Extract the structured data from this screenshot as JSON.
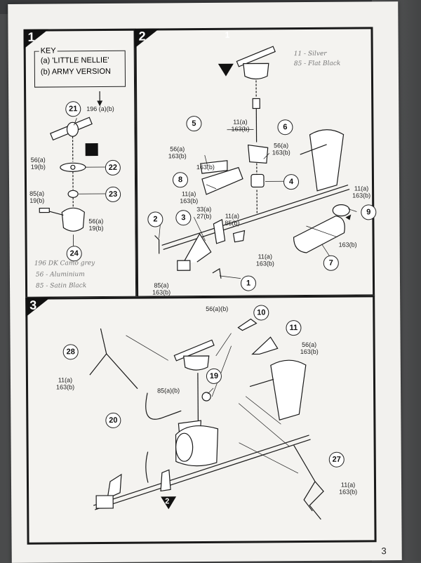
{
  "page": {
    "number": "3"
  },
  "step1": {
    "number": "1",
    "key": {
      "title": "KEY",
      "a": "(a) 'LITTLE NELLIE'",
      "b": "(b) ARMY VERSION"
    },
    "labels": {
      "p196": "196 (a)(b)",
      "p56a": "56(a)\n19(b)",
      "p85": "85(a)\n19(b)",
      "p56b": "56(a)\n19(b)"
    },
    "callouts": [
      "21",
      "22",
      "23",
      "24"
    ],
    "handwritten": [
      "196 DK Camo grey",
      "56 - Aluminium",
      "85 - Satin Black"
    ]
  },
  "step2": {
    "number": "2",
    "ref_step": "1",
    "labels": {
      "l11_6": "11(a)\n163(b)",
      "l56_5": "56(a)\n163(b)",
      "l56_6": "56(a)\n163(b)",
      "l163_8": "163(b)",
      "l11_8": "11(a)\n163(b)",
      "l33": "33(a)\n27(b)",
      "l11_85": "11(a)\n85(b)",
      "l11_9": "11(a)\n163(b)",
      "l163_7": "163(b)",
      "l11_bot": "11(a)\n163(b)",
      "l85_bot": "85(a)\n163(b)"
    },
    "callouts": [
      "1",
      "2",
      "3",
      "4",
      "5",
      "6",
      "7",
      "8",
      "9"
    ],
    "handwritten": [
      "11 - Silver",
      "85 - Flat Black"
    ]
  },
  "step3": {
    "number": "3",
    "ref_step": "2",
    "labels": {
      "l56ab": "56(a)(b)",
      "l56_11": "56(a)\n163(b)",
      "l11_28": "11(a)\n163(b)",
      "l85ab": "85(a)(b)",
      "l11_27": "11(a)\n163(b)"
    },
    "callouts": [
      "10",
      "11",
      "19",
      "20",
      "27",
      "28"
    ]
  },
  "colors": {
    "ink": "#1a1a1a",
    "paper": "#f2f1ee",
    "pencil": "#777777"
  }
}
